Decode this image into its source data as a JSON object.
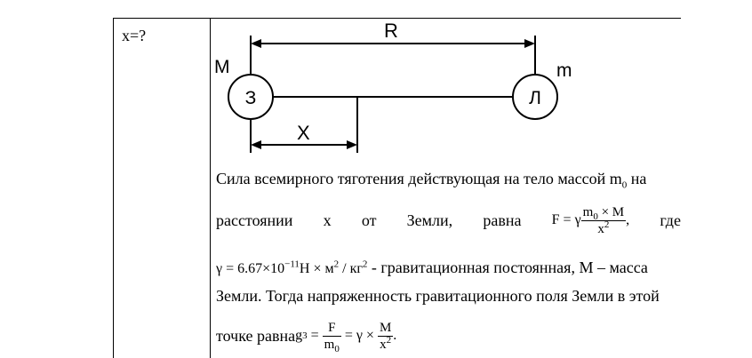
{
  "given": {
    "unknown": "x=?"
  },
  "diagram": {
    "label_R": "R",
    "label_M": "M",
    "label_m": "m",
    "earth_symbol": "З",
    "moon_symbol": "Л",
    "label_X": "X"
  },
  "text": {
    "line1_a": "Сила всемирного тяготения действующая на тело массой m",
    "line1_sub": "0",
    "line1_b": " на",
    "line2_w1": "расстоянии",
    "line2_w2": "x",
    "line2_w3": "от",
    "line2_w4": "Земли,",
    "line2_w5": "равна",
    "formula_F_lhs": "F = γ",
    "formula_F_num": "m",
    "formula_F_num_sub": "0",
    "formula_F_num_rest": " × M",
    "formula_F_den": "x",
    "formula_F_den_sup": "2",
    "formula_F_comma": ",",
    "line2_w6": "где",
    "gamma_a": "γ = 6.67×10",
    "gamma_exp": "−11",
    "gamma_b": "Н × м",
    "gamma_sup1": "2",
    "gamma_c": " / кг",
    "gamma_sup2": "2",
    "line3_rest": " - гравитационная постоянная, M – масса",
    "line4": "Земли. Тогда напряженность гравитационного поля Земли в этой",
    "line5_a": "точке равна ",
    "g_lhs": "g",
    "g_sub": "3",
    "g_eq": " = ",
    "g_frac1_num": "F",
    "g_frac1_den": "m",
    "g_frac1_den_sub": "0",
    "g_mid": " = γ × ",
    "g_frac2_num": "M",
    "g_frac2_den": "x",
    "g_frac2_den_sup": "2",
    "g_end": "."
  }
}
